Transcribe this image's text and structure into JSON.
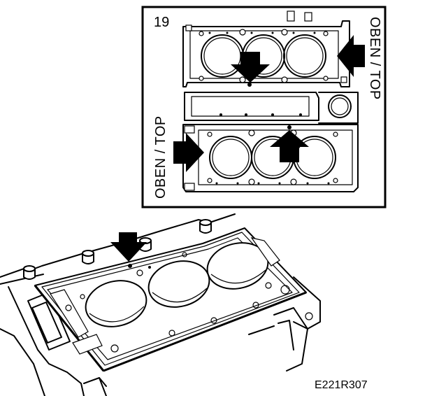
{
  "figure": {
    "inset_number": "19",
    "orientation_label_right": "OBEN / TOP",
    "orientation_label_left": "OBEN / TOP",
    "reference_code": "E221R307"
  }
}
